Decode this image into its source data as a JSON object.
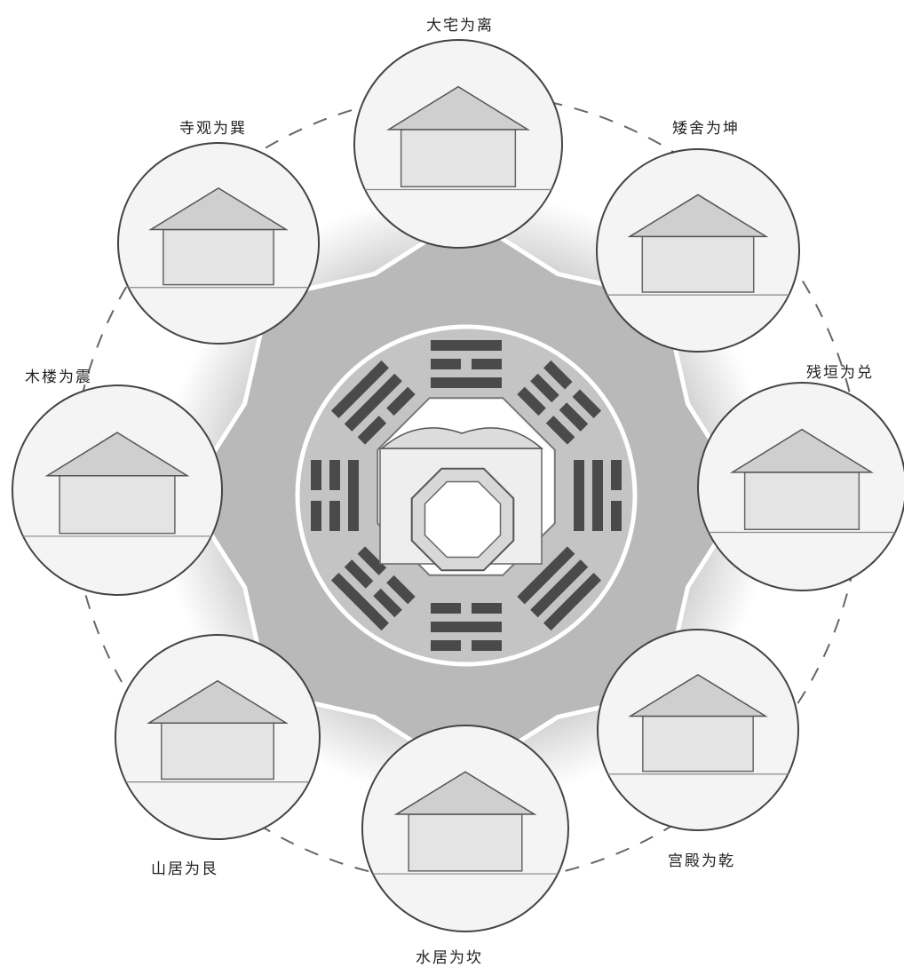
{
  "labels": {
    "li": "大宅为离",
    "kun": "矮舍为坤",
    "dui": "残垣为兑",
    "qian": "宫殿为乾",
    "kan": "水居为坎",
    "gen": "山居为艮",
    "zhen": "木楼为震",
    "xun": "寺观为巽"
  },
  "trigrams": [
    {
      "name": "li",
      "lines": [
        1,
        0,
        1
      ]
    },
    {
      "name": "kun",
      "lines": [
        0,
        0,
        0
      ]
    },
    {
      "name": "dui",
      "lines": [
        0,
        1,
        1
      ]
    },
    {
      "name": "qian",
      "lines": [
        1,
        1,
        1
      ]
    },
    {
      "name": "kan",
      "lines": [
        0,
        1,
        0
      ]
    },
    {
      "name": "gen",
      "lines": [
        1,
        0,
        0
      ]
    },
    {
      "name": "zhen",
      "lines": [
        0,
        0,
        1
      ]
    },
    {
      "name": "xun",
      "lines": [
        1,
        1,
        0
      ]
    }
  ],
  "colors": {
    "background_blob": "#d9d9d9",
    "octagram": "#b9b9b9",
    "trigram_bar": "#4a4a4a",
    "dashed_ring": "#666666",
    "outline": "#ffffff"
  }
}
